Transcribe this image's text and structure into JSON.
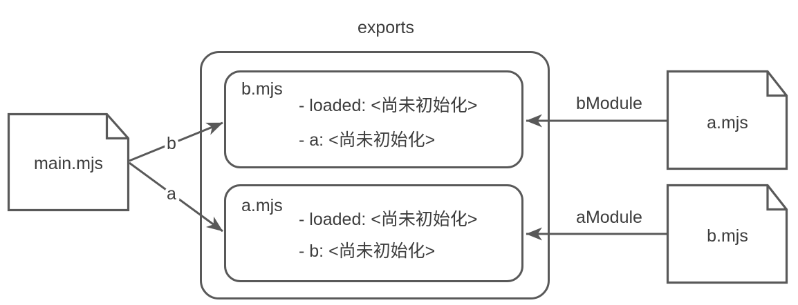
{
  "diagram": {
    "title": "exports",
    "colors": {
      "stroke": "#595959",
      "text": "#3d3d3d",
      "background": "#ffffff"
    },
    "nodes": {
      "main_doc": {
        "label": "main.mjs"
      },
      "b_export_box": {
        "title": "b.mjs",
        "entries": [
          "- loaded: <尚未初始化>",
          "- a: <尚未初始化>"
        ]
      },
      "a_export_box": {
        "title": "a.mjs",
        "entries": [
          "- loaded: <尚未初始化>",
          "- b: <尚未初始化>"
        ]
      },
      "a_doc": {
        "label": "a.mjs"
      },
      "b_doc": {
        "label": "b.mjs"
      }
    },
    "edges": {
      "main_to_b": {
        "label": "b"
      },
      "main_to_a": {
        "label": "a"
      },
      "a_to_b_box": {
        "label": "bModule"
      },
      "b_to_a_box": {
        "label": "aModule"
      }
    }
  }
}
